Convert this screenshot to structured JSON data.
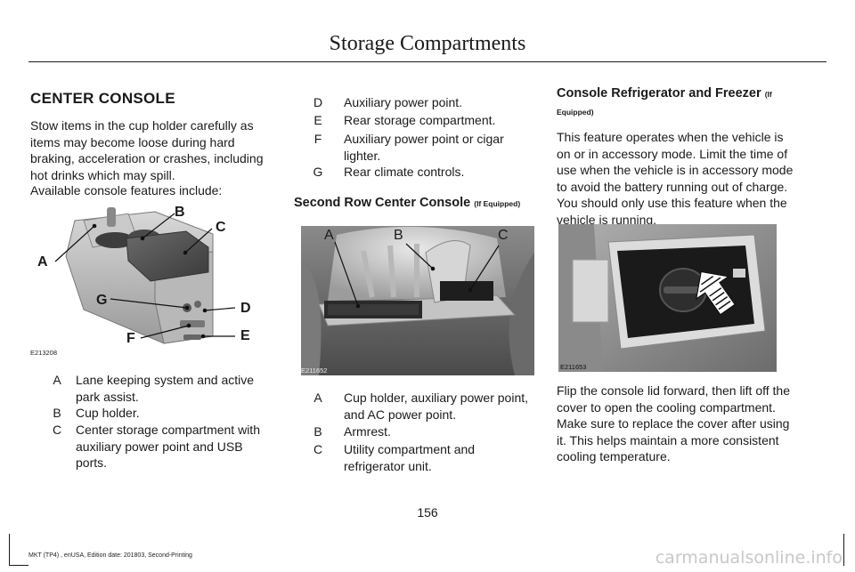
{
  "header": {
    "title": "Storage Compartments"
  },
  "col1": {
    "heading": "CENTER CONSOLE",
    "para1": "Stow items in the cup holder carefully as items may become loose during hard braking, acceleration or crashes, including hot drinks which may spill.",
    "para2": "Available console features include:",
    "figure": {
      "code": "E213208",
      "callouts": [
        "A",
        "B",
        "C",
        "D",
        "E",
        "F",
        "G"
      ]
    },
    "items": [
      {
        "letter": "A",
        "text": "Lane keeping system and active park assist."
      },
      {
        "letter": "B",
        "text": "Cup holder."
      },
      {
        "letter": "C",
        "text": "Center storage compartment with auxiliary power point and USB ports."
      }
    ]
  },
  "col2": {
    "items": [
      {
        "letter": "D",
        "text": "Auxiliary power point."
      },
      {
        "letter": "E",
        "text": "Rear storage compartment."
      },
      {
        "letter": "F",
        "text": "Auxiliary power point or cigar lighter."
      },
      {
        "letter": "G",
        "text": "Rear climate controls."
      }
    ],
    "heading": "Second Row Center Console",
    "heading_note": "(If Equipped)",
    "figure": {
      "code": "E211652",
      "callouts": [
        "A",
        "B",
        "C"
      ]
    },
    "items2": [
      {
        "letter": "A",
        "text": "Cup holder, auxiliary power point, and AC power point."
      },
      {
        "letter": "B",
        "text": "Armrest."
      },
      {
        "letter": "C",
        "text": "Utility compartment and refrigerator unit."
      }
    ]
  },
  "col3": {
    "heading": "Console Refrigerator and Freezer",
    "heading_note_1": "(If",
    "heading_note_2": "Equipped)",
    "para1": "This feature operates when the vehicle is on or in accessory mode. Limit the time of use when the vehicle is in accessory mode to avoid the battery running out of charge. You should only use this feature when the vehicle is running.",
    "figure": {
      "code": "E211653"
    },
    "para2": "Flip the console lid forward, then lift off the cover to open the cooling compartment. Make sure to replace the cover after using it. This helps maintain a more consistent cooling temperature."
  },
  "page_number": "156",
  "footer": "MKT (TP4) , enUSA, Edition date: 201803, Second-Printing",
  "watermark": "carmanualsonline.info"
}
